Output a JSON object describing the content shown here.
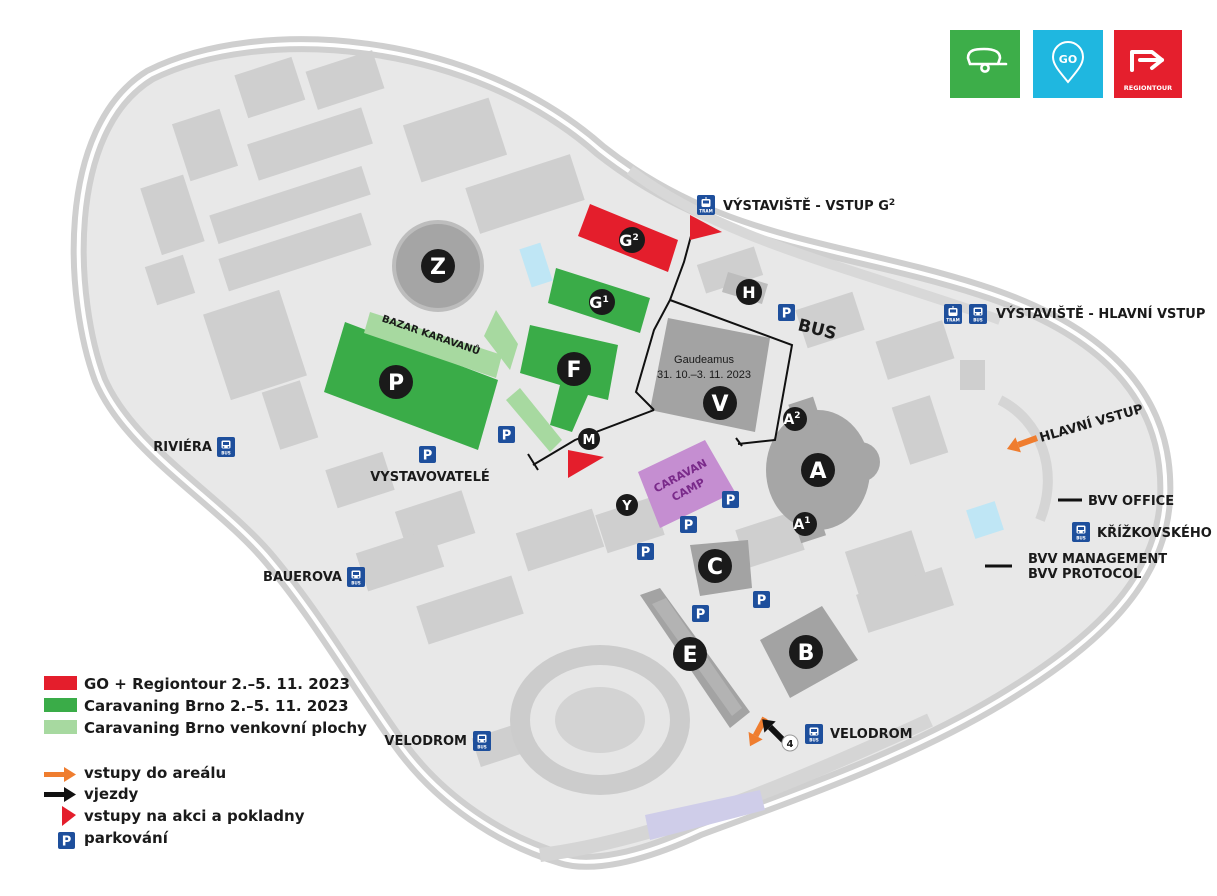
{
  "logos": [
    {
      "name": "caravaning-logo",
      "color": "#3dae49",
      "icon": "caravan-icon"
    },
    {
      "name": "go-logo",
      "color": "#1fb7e0",
      "text": "GO",
      "icon": "location-pin-icon"
    },
    {
      "name": "regiontour-logo",
      "color": "#e51f2d",
      "text": "REGIONTOUR",
      "icon": "arrow-r-icon"
    }
  ],
  "colors": {
    "go_regiontour": "#e41e2c",
    "caravaning": "#3aac48",
    "caravaning_outdoor": "#a7d9a0",
    "caravan_camp": "#c58ed1",
    "ground": "#e6e6e6",
    "road": "#d9d9d9",
    "building": "#c8c8c8",
    "hall": "#9f9f9f",
    "parking": "#1e4f9c",
    "entrance_arrow": "#ef7d2f",
    "entry_black": "#111111",
    "entry_red": "#e41e2c"
  },
  "halls": {
    "z": "Z",
    "p": "P",
    "f": "F",
    "g1_base": "G",
    "g1_sup": "1",
    "g2_base": "G",
    "g2_sup": "2",
    "v": "V",
    "h": "H",
    "m": "M",
    "y": "Y",
    "a": "A",
    "a1_base": "A",
    "a1_sup": "1",
    "a2_base": "A",
    "a2_sup": "2",
    "b": "B",
    "c": "C",
    "e": "E"
  },
  "areas": {
    "bazar": "BAZAR KARAVANŮ",
    "caravan_camp_1": "CARAVAN",
    "caravan_camp_2": "CAMP",
    "gaudeamus_title": "Gaudeamus",
    "gaudeamus_dates": "31. 10.–3. 11. 2023"
  },
  "labels": {
    "vstup_g2_text": "VÝSTAVIŠTĚ - VSTUP G",
    "vstup_g2_sup": "2",
    "hlavni_vstup_stop": "VÝSTAVIŠTĚ - HLAVNÍ VSTUP",
    "hlavni_vstup": "HLAVNÍ VSTUP",
    "bus_parking": "BUS",
    "riviera": "RIVIÉRA",
    "vystavovatele": "VYSTAVOVATELÉ",
    "bauerova": "BAUEROVA",
    "velodrom_left": "VELODROM",
    "velodrom_right": "VELODROM",
    "bvv_office": "BVV OFFICE",
    "krizkovskeho": "KŘÍŽKOVSKÉHO",
    "bvv_management": "BVV MANAGEMENT",
    "bvv_protocol": "BVV PROTOCOL",
    "gate_4": "4",
    "tram_badge": "TRAM",
    "bus_badge": "BUS",
    "parking_letter": "P"
  },
  "legend": {
    "items": [
      {
        "label": "GO + Regiontour 2.–5. 11. 2023",
        "color": "#e41e2c"
      },
      {
        "label": "Caravaning Brno 2.–5. 11. 2023",
        "color": "#3aac48"
      },
      {
        "label": "Caravaning Brno venkovní plochy",
        "color": "#a7d9a0"
      }
    ],
    "symbols": [
      {
        "label": "vstupy do areálu",
        "icon": "orange-arrow-icon"
      },
      {
        "label": "vjezdy",
        "icon": "black-arrow-icon"
      },
      {
        "label": "vstupy na akci a pokladny",
        "icon": "red-flag-icon"
      },
      {
        "label": "parkování",
        "icon": "parking-icon"
      }
    ]
  }
}
